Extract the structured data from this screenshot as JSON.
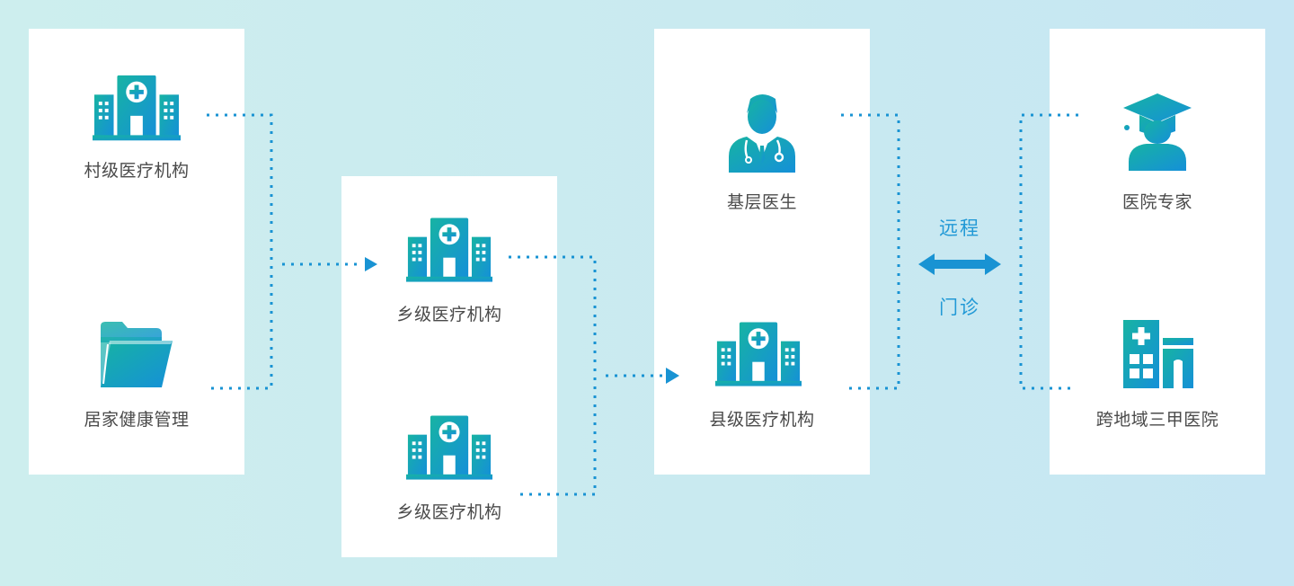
{
  "colors": {
    "icon_gradient_start": "#17b3a3",
    "icon_gradient_end": "#1590d8",
    "connector": "#1993d3",
    "remote_text": "#2299d6",
    "label_text": "#4a4a4a",
    "card": "#ffffff"
  },
  "village": {
    "icon": "hospital-icon",
    "label": "村级医疗机构"
  },
  "home": {
    "icon": "folder-icon",
    "label": "居家健康管理"
  },
  "township_1": {
    "icon": "hospital-icon",
    "label": "乡级医疗机构"
  },
  "township_2": {
    "icon": "hospital-icon",
    "label": "乡级医疗机构"
  },
  "county": {
    "doctor_icon": "doctor-icon",
    "doctor_label": "基层医生",
    "hospital_icon": "hospital-icon",
    "hospital_label": "县级医疗机构"
  },
  "remote": {
    "line1": "远程",
    "line2": "门诊",
    "arrow_icon": "double-arrow-icon"
  },
  "expert": {
    "expert_icon": "graduate-expert-icon",
    "expert_label": "医院专家",
    "hospital_icon": "tertiary-hospital-icon",
    "hospital_label": "跨地域三甲医院"
  }
}
